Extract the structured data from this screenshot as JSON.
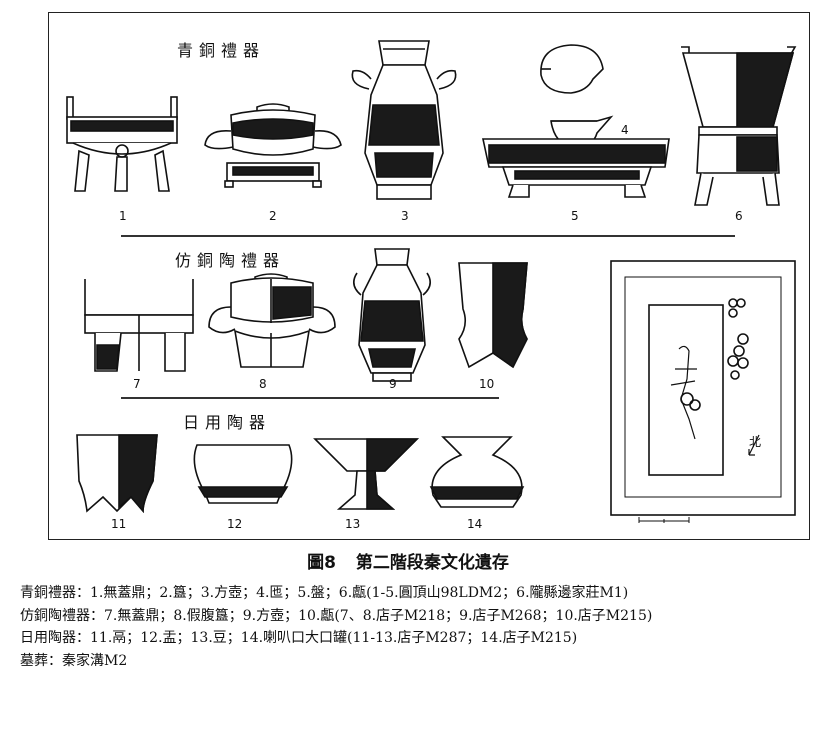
{
  "figure": {
    "sections": {
      "bronze": "青銅禮器",
      "imitation": "仿銅陶禮器",
      "daily": "日用陶器"
    },
    "numbers": [
      "1",
      "2",
      "3",
      "4",
      "5",
      "6",
      "7",
      "8",
      "9",
      "10",
      "11",
      "12",
      "13",
      "14"
    ],
    "plan": {
      "north_label": "北"
    }
  },
  "caption": {
    "label": "圖8",
    "title": "第二階段秦文化遺存"
  },
  "notes": [
    "青銅禮器：1.無蓋鼎；2.簋；3.方壺；4.匜；5.盤；6.甗(1-5.圓頂山98LDM2；6.隴縣邊家莊M1)",
    "仿銅陶禮器：7.無蓋鼎；8.假腹簋；9.方壺；10.甗(7、8.店子M218；9.店子M268；10.店子M215)",
    "日用陶器：11.鬲；12.盂；13.豆；14.喇叭口大口罐(11-13.店子M287；14.店子M215)",
    "墓葬：秦家溝M2"
  ]
}
